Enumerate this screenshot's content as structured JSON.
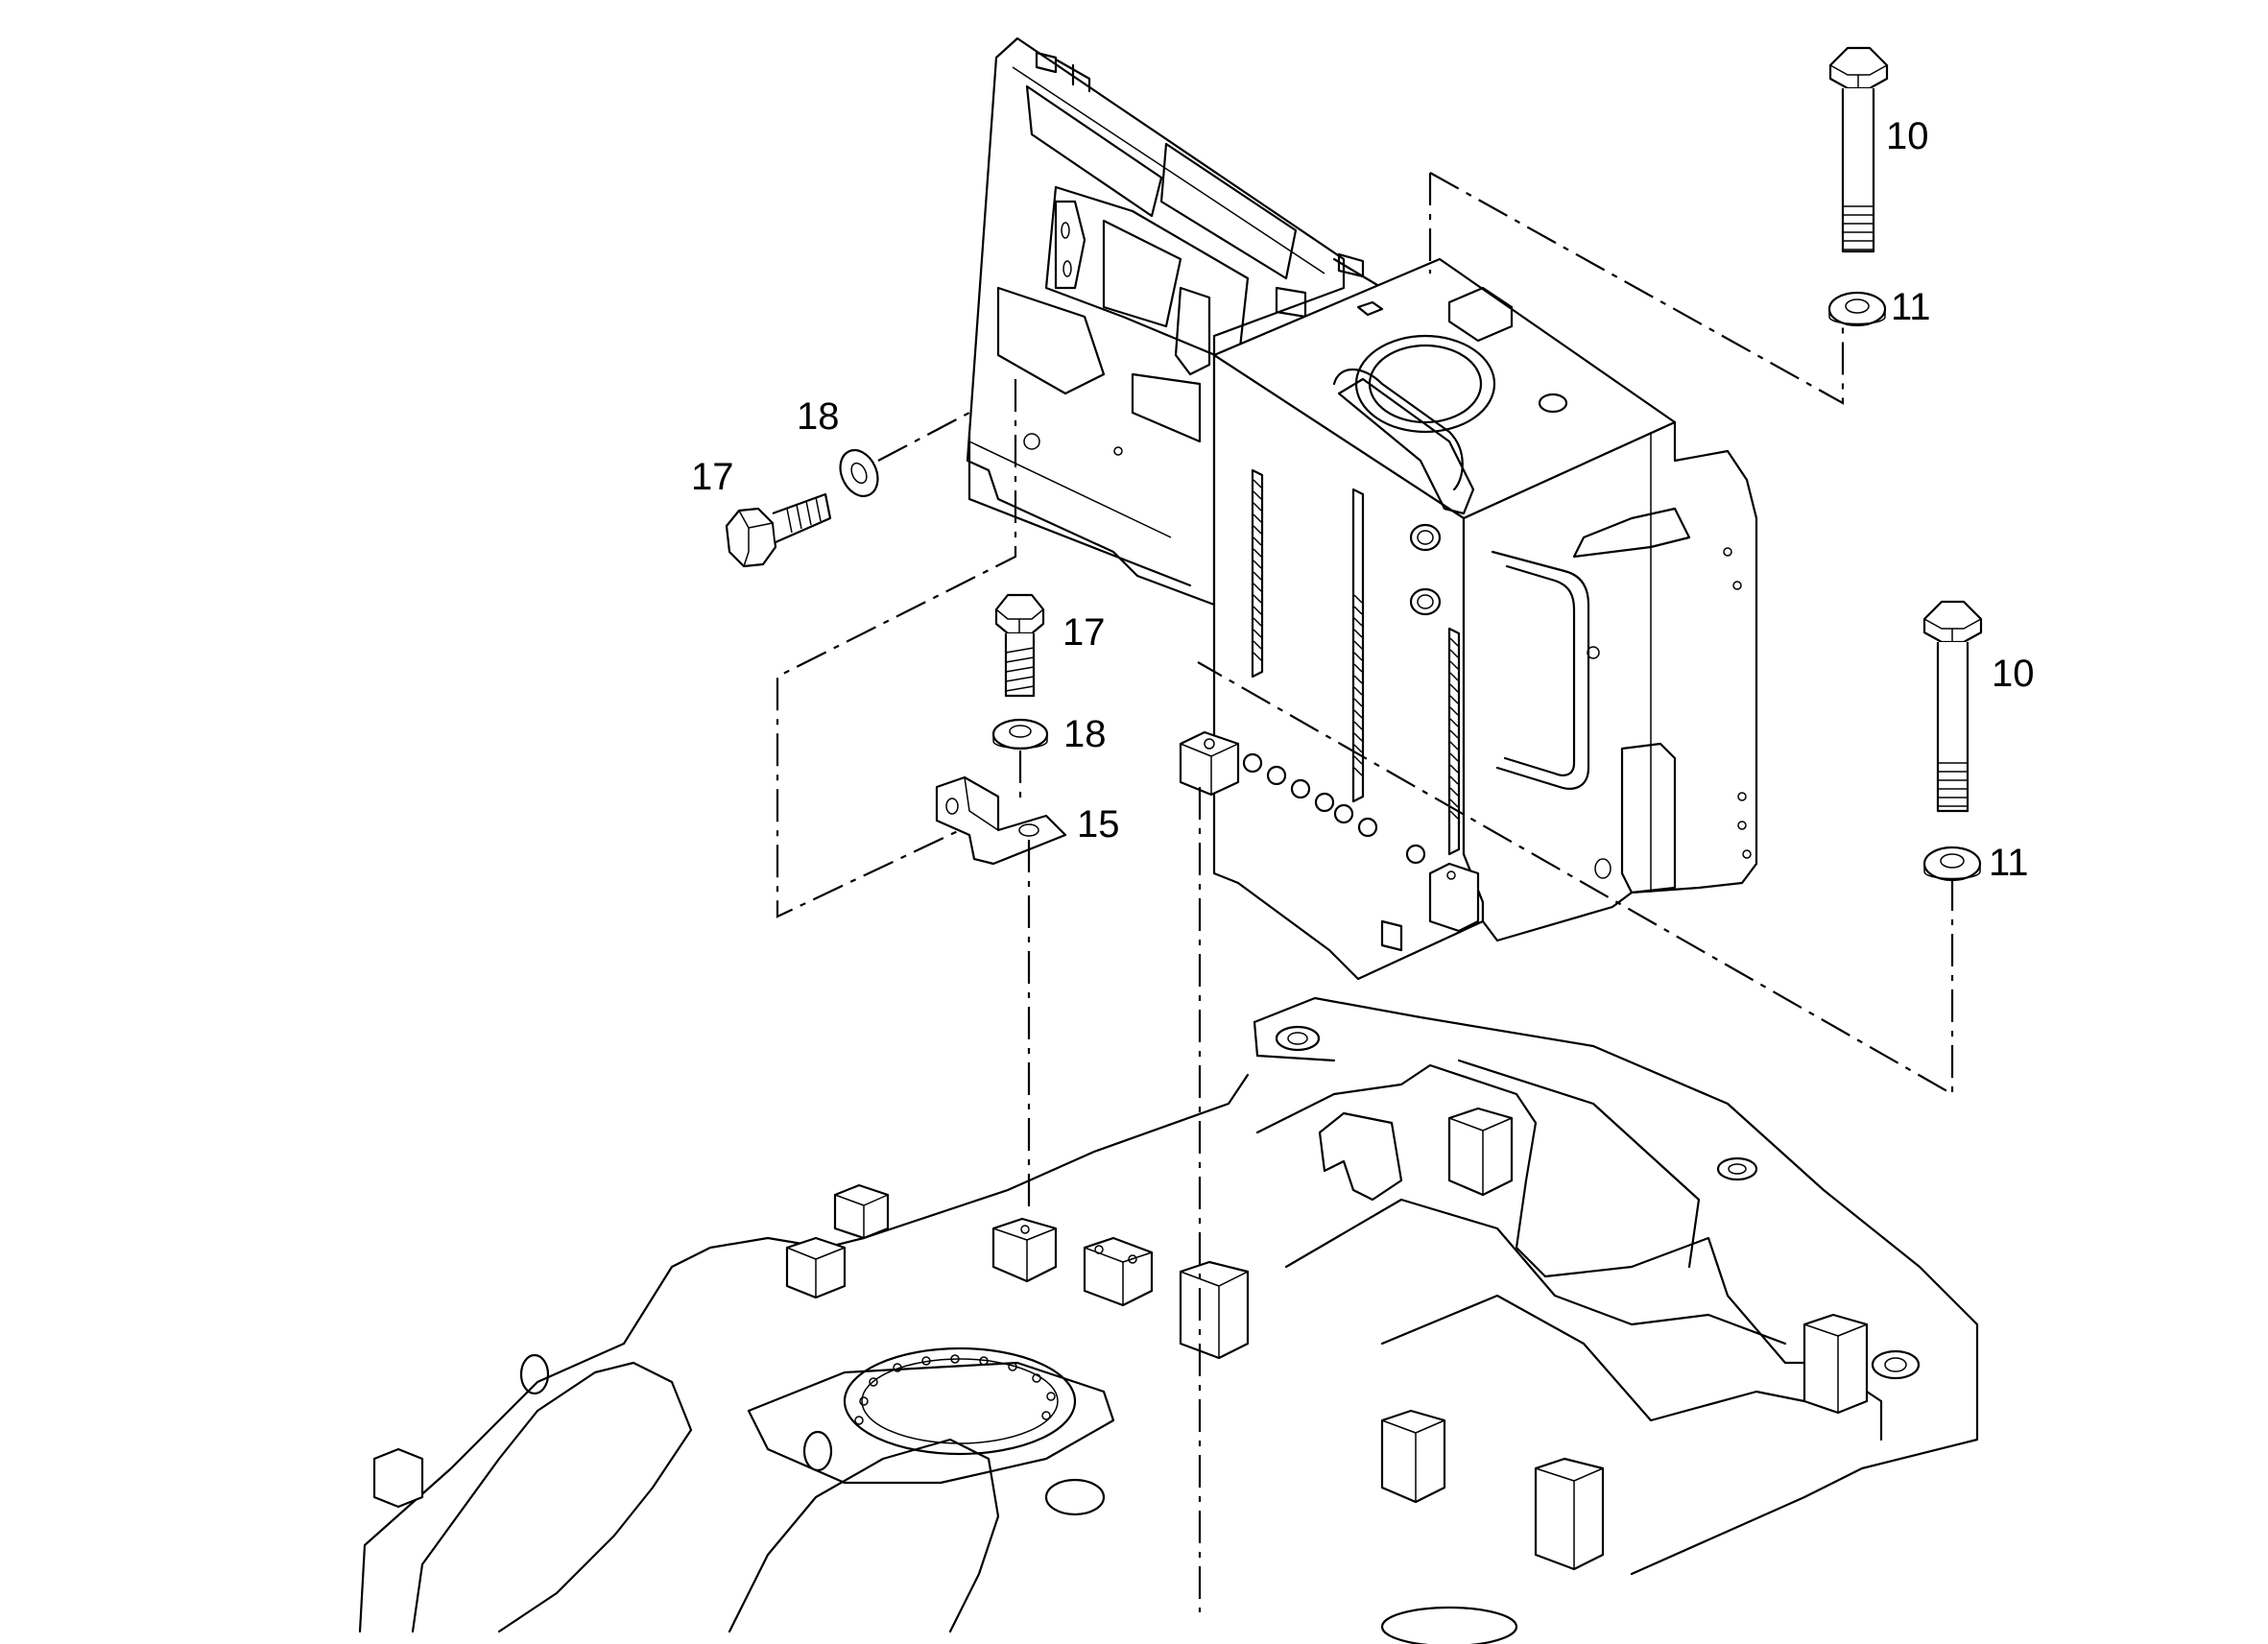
{
  "diagram": {
    "callouts": [
      {
        "id": "c10a",
        "label": "10",
        "part": "bolt"
      },
      {
        "id": "c11a",
        "label": "11",
        "part": "washer"
      },
      {
        "id": "c10b",
        "label": "10",
        "part": "bolt"
      },
      {
        "id": "c11b",
        "label": "11",
        "part": "washer"
      },
      {
        "id": "c17a",
        "label": "17",
        "part": "bolt"
      },
      {
        "id": "c18a",
        "label": "18",
        "part": "washer"
      },
      {
        "id": "c17b",
        "label": "17",
        "part": "bolt"
      },
      {
        "id": "c18b",
        "label": "18",
        "part": "washer"
      },
      {
        "id": "c15",
        "label": "15",
        "part": "bracket"
      }
    ]
  }
}
